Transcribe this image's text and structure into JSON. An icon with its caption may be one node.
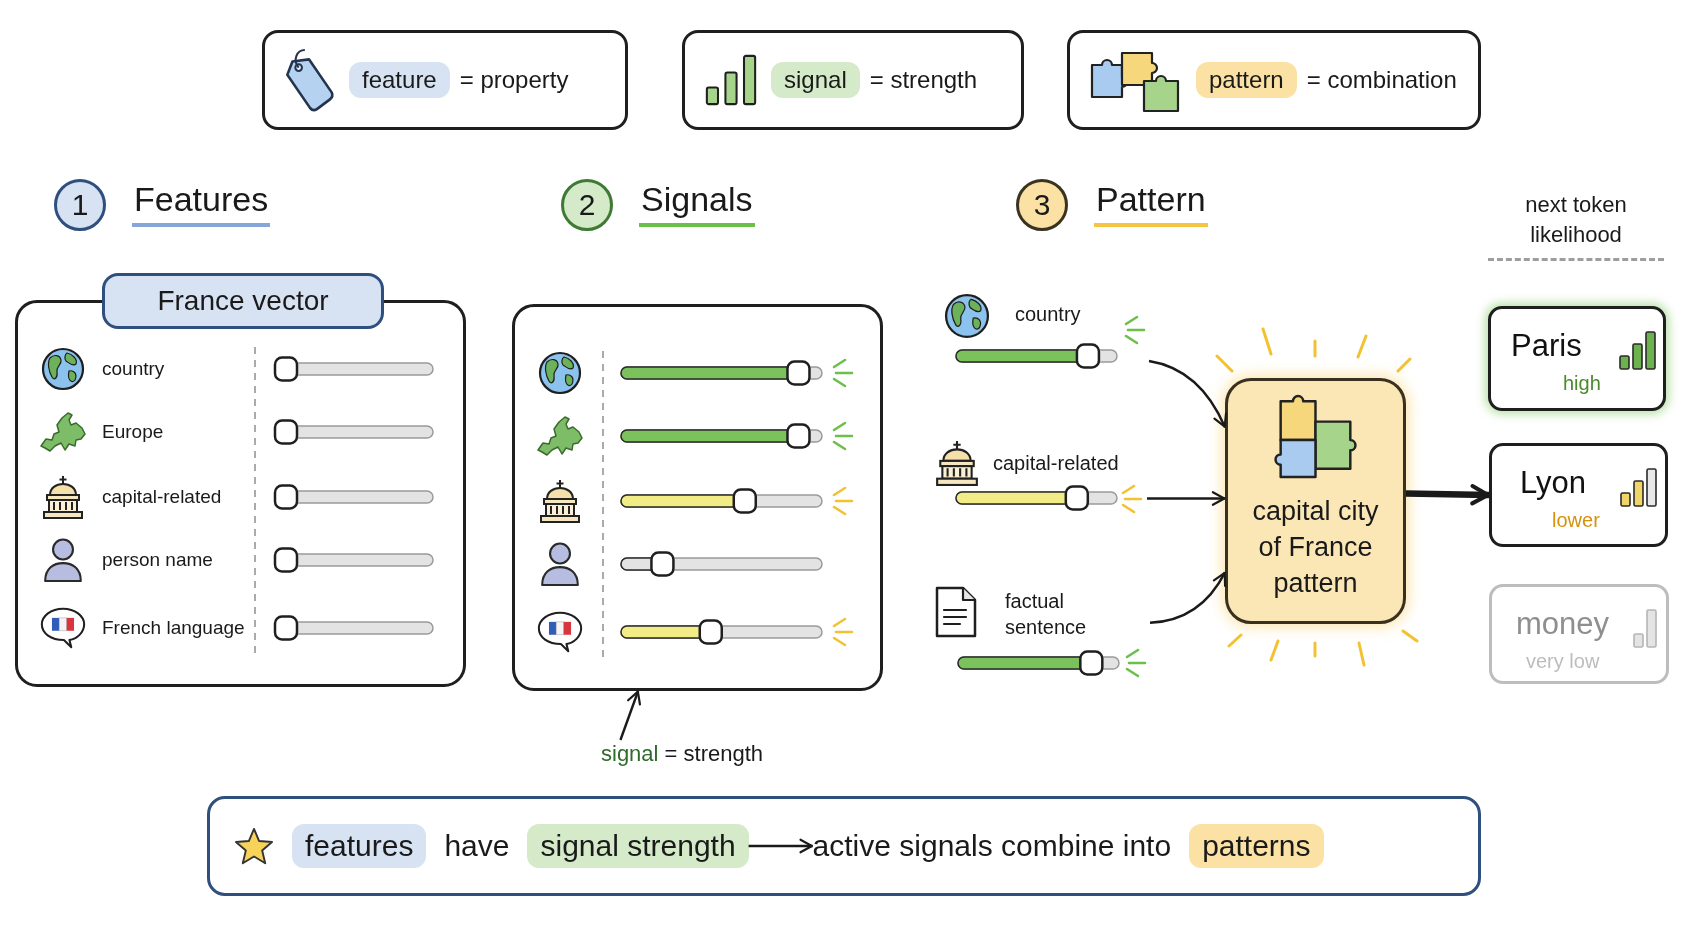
{
  "diagram": {
    "nodes": [
      {
        "text": [
          "= property"
        ]
      },
      {
        "text": [
          "feature"
        ],
        "in": 0
      },
      {
        "text": [
          "= strength"
        ]
      },
      {
        "text": [
          "signal"
        ],
        "in": 2
      },
      {
        "text": [
          "= combination"
        ]
      },
      {
        "text": [
          "pattern"
        ],
        "in": 4
      },
      {
        "text": [
          "1"
        ],
        "beside": [
          "Features"
        ]
      },
      {
        "text": [
          "2"
        ],
        "beside": [
          "Signals"
        ]
      },
      {
        "text": [
          "3"
        ],
        "beside": [
          "Pattern"
        ]
      },
      {
        "text": [
          "France vector",
          "country",
          "Europe",
          "capital-related",
          "person name",
          "French language"
        ]
      },
      {
        "text": [],
        "shape": "box"
      },
      {
        "text": [
          "country"
        ]
      },
      {
        "text": [
          "capital city of France pattern"
        ]
      },
      {
        "text": [
          "Paris",
          "high"
        ]
      },
      {
        "text": [
          "capital-related"
        ]
      },
      {
        "text": [
          "Lyon",
          "lower"
        ]
      },
      {
        "text": [
          "factual sentence"
        ]
      },
      {
        "text": [
          "money",
          "very low"
        ]
      },
      {
        "text": [
          "signal",
          "= strength"
        ]
      },
      {
        "text": [
          "have"
        ]
      },
      {
        "text": [
          "features"
        ],
        "in": 19
      },
      {
        "text": [
          "signal strength"
        ],
        "in": 19
      },
      {
        "text": [
          "active signals combine into"
        ],
        "in": 19
      },
      {
        "text": [
          "patterns"
        ],
        "in": 19
      }
    ],
    "edges": [
      {
        "from": 11,
        "to": 12,
        "arrow": "to"
      },
      {
        "from": 14,
        "to": 12,
        "arrow": "to"
      },
      {
        "from": 16,
        "to": 12,
        "arrow": "to"
      },
      {
        "from": 12,
        "to": 15,
        "arrow": "to",
        "style": "thick"
      },
      {
        "from": 18,
        "to": 10,
        "arrow": "to"
      },
      {
        "from": 21,
        "to": 22,
        "arrow": "to"
      }
    ],
    "labels": [
      "next token likelihood"
    ]
  }
}
